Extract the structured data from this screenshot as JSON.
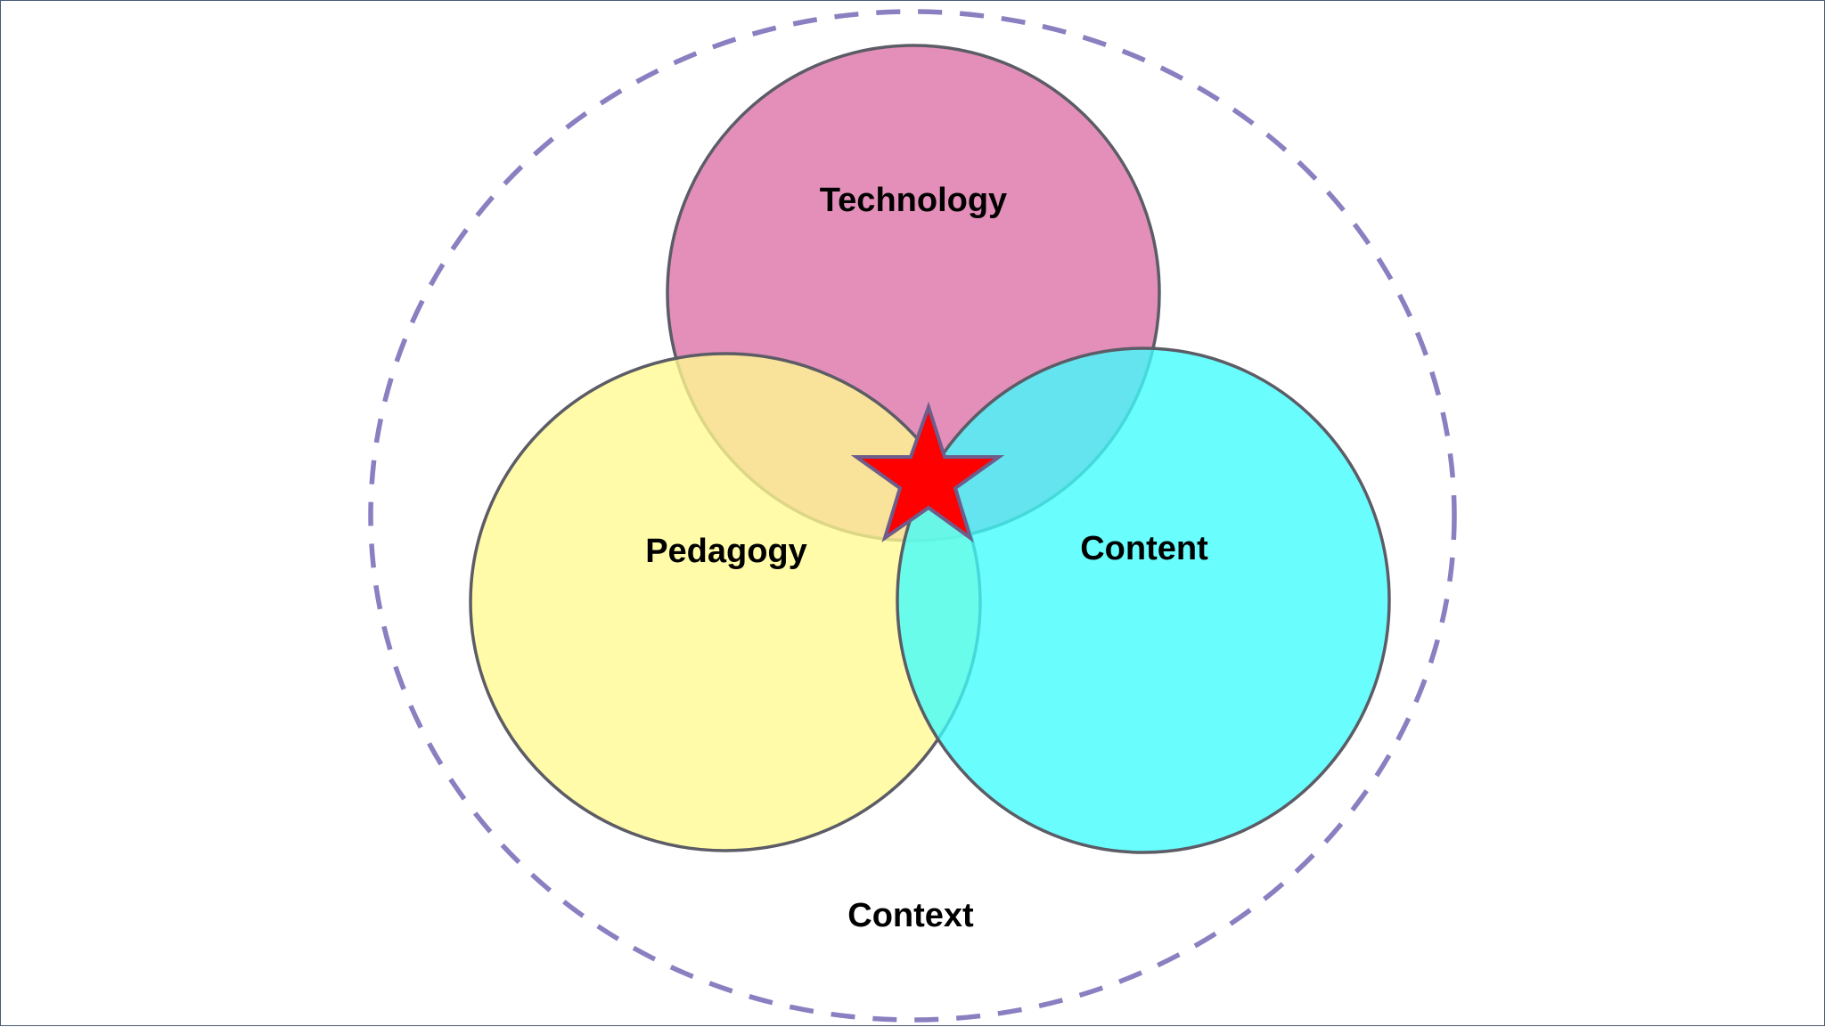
{
  "diagram": {
    "labels": {
      "technology": "Technology",
      "pedagogy": "Pedagogy",
      "content": "Content",
      "context": "Context"
    },
    "colors": {
      "technology_fill": "#e07fb0",
      "pedagogy_fill": "#fffa90",
      "content_fill": "#3ffcfc",
      "circle_stroke": "#5c5c66",
      "context_stroke": "#8a7fc0",
      "star_fill": "#ff0000",
      "star_stroke": "#6e5c8a"
    },
    "icons": {
      "center": "star-icon"
    }
  }
}
